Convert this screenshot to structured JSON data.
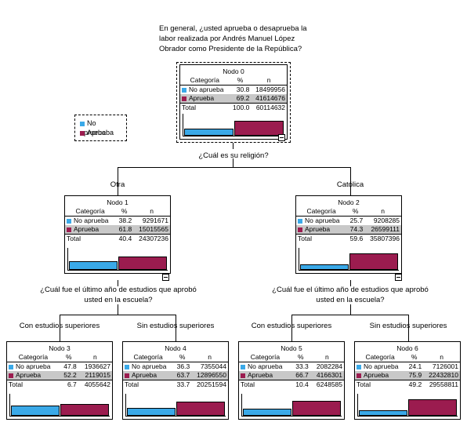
{
  "root_question": "En general, ¿usted aprueba o desaprueba la labor realizada por Andrés Manuel López Obrador como Presidente de la República?",
  "legend": [
    {
      "label": "No aprueba",
      "color": "#3aa9e8"
    },
    {
      "label": "Aprueba",
      "color": "#9b1c4f"
    }
  ],
  "headers": {
    "categoria": "Categoría",
    "pct": "%",
    "n": "n",
    "total": "Total"
  },
  "split_questions": {
    "religion": "¿Cuál es su religión?",
    "escuela_left": "¿Cuál fue el último año de estudios que aprobó usted en la escuela?",
    "escuela_right": "¿Cuál fue el último año de estudios que aprobó usted en la escuela?"
  },
  "branches": {
    "otra": "Otra",
    "catolica": "Católica",
    "con_sup_1": "Con estudios superiores",
    "sin_sup_1": "Sin estudios superiores",
    "con_sup_2": "Con estudios superiores",
    "sin_sup_2": "Sin estudios superiores"
  },
  "nodes": [
    {
      "id": "n0",
      "title": "Nodo 0",
      "rows": [
        {
          "label": "No aprueba",
          "pct": "30.8",
          "n": "18499956",
          "pct_value": 30.8
        },
        {
          "label": "Aprueba",
          "pct": "69.2",
          "n": "41614676",
          "pct_value": 69.2
        }
      ],
      "total_pct": "100.0",
      "total_n": "60114632"
    },
    {
      "id": "n1",
      "title": "Nodo 1",
      "rows": [
        {
          "label": "No aprueba",
          "pct": "38.2",
          "n": "9291671",
          "pct_value": 38.2
        },
        {
          "label": "Aprueba",
          "pct": "61.8",
          "n": "15015565",
          "pct_value": 61.8
        }
      ],
      "total_pct": "40.4",
      "total_n": "24307236"
    },
    {
      "id": "n2",
      "title": "Nodo 2",
      "rows": [
        {
          "label": "No aprueba",
          "pct": "25.7",
          "n": "9208285",
          "pct_value": 25.7
        },
        {
          "label": "Aprueba",
          "pct": "74.3",
          "n": "26599111",
          "pct_value": 74.3
        }
      ],
      "total_pct": "59.6",
      "total_n": "35807396"
    },
    {
      "id": "n3",
      "title": "Nodo 3",
      "rows": [
        {
          "label": "No aprueba",
          "pct": "47.8",
          "n": "1936627",
          "pct_value": 47.8
        },
        {
          "label": "Aprueba",
          "pct": "52.2",
          "n": "2119015",
          "pct_value": 52.2
        }
      ],
      "total_pct": "6.7",
      "total_n": "4055642"
    },
    {
      "id": "n4",
      "title": "Nodo 4",
      "rows": [
        {
          "label": "No aprueba",
          "pct": "36.3",
          "n": "7355044",
          "pct_value": 36.3
        },
        {
          "label": "Aprueba",
          "pct": "63.7",
          "n": "12896550",
          "pct_value": 63.7
        }
      ],
      "total_pct": "33.7",
      "total_n": "20251594"
    },
    {
      "id": "n5",
      "title": "Nodo 5",
      "rows": [
        {
          "label": "No aprueba",
          "pct": "33.3",
          "n": "2082284",
          "pct_value": 33.3
        },
        {
          "label": "Aprueba",
          "pct": "66.7",
          "n": "4166301",
          "pct_value": 66.7
        }
      ],
      "total_pct": "10.4",
      "total_n": "6248585"
    },
    {
      "id": "n6",
      "title": "Nodo 6",
      "rows": [
        {
          "label": "No aprueba",
          "pct": "24.1",
          "n": "7126001",
          "pct_value": 24.1
        },
        {
          "label": "Aprueba",
          "pct": "75.9",
          "n": "22432810",
          "pct_value": 75.9
        }
      ],
      "total_pct": "49.2",
      "total_n": "29558811"
    }
  ]
}
